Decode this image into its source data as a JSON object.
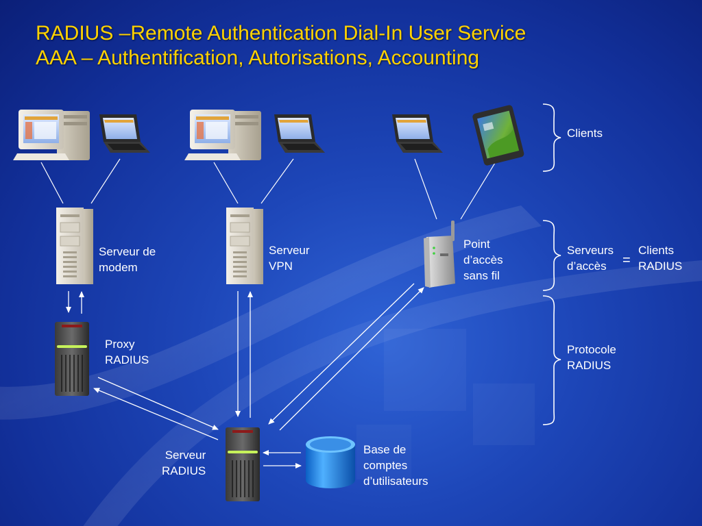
{
  "slide": {
    "title_line1": "RADIUS –Remote Authentication Dial-In User Service",
    "title_line2": "AAA – Authentification, Autorisations, Accounting"
  },
  "labels": {
    "modem_server": "Serveur de\nmodem",
    "vpn_server": "Serveur\nVPN",
    "wireless_ap": "Point\nd’accès\nsans fil",
    "proxy_radius": "Proxy\nRADIUS",
    "radius_server": "Serveur\nRADIUS",
    "user_db": "Base de\ncomptes\nd’utilisateurs"
  },
  "legend": {
    "clients": "Clients",
    "access_servers": "Serveurs\nd’accès",
    "equals": "=",
    "radius_clients": "Clients\nRADIUS",
    "radius_protocol": "Protocole\nRADIUS"
  },
  "colors": {
    "title": "#ffd200",
    "text": "#ffffff",
    "background": "#1d46b8"
  },
  "icons": [
    "desktop-computer-icon",
    "laptop-icon",
    "tablet-pc-icon",
    "tower-server-icon",
    "rack-server-icon",
    "wireless-access-point-icon",
    "database-cylinder-icon"
  ]
}
